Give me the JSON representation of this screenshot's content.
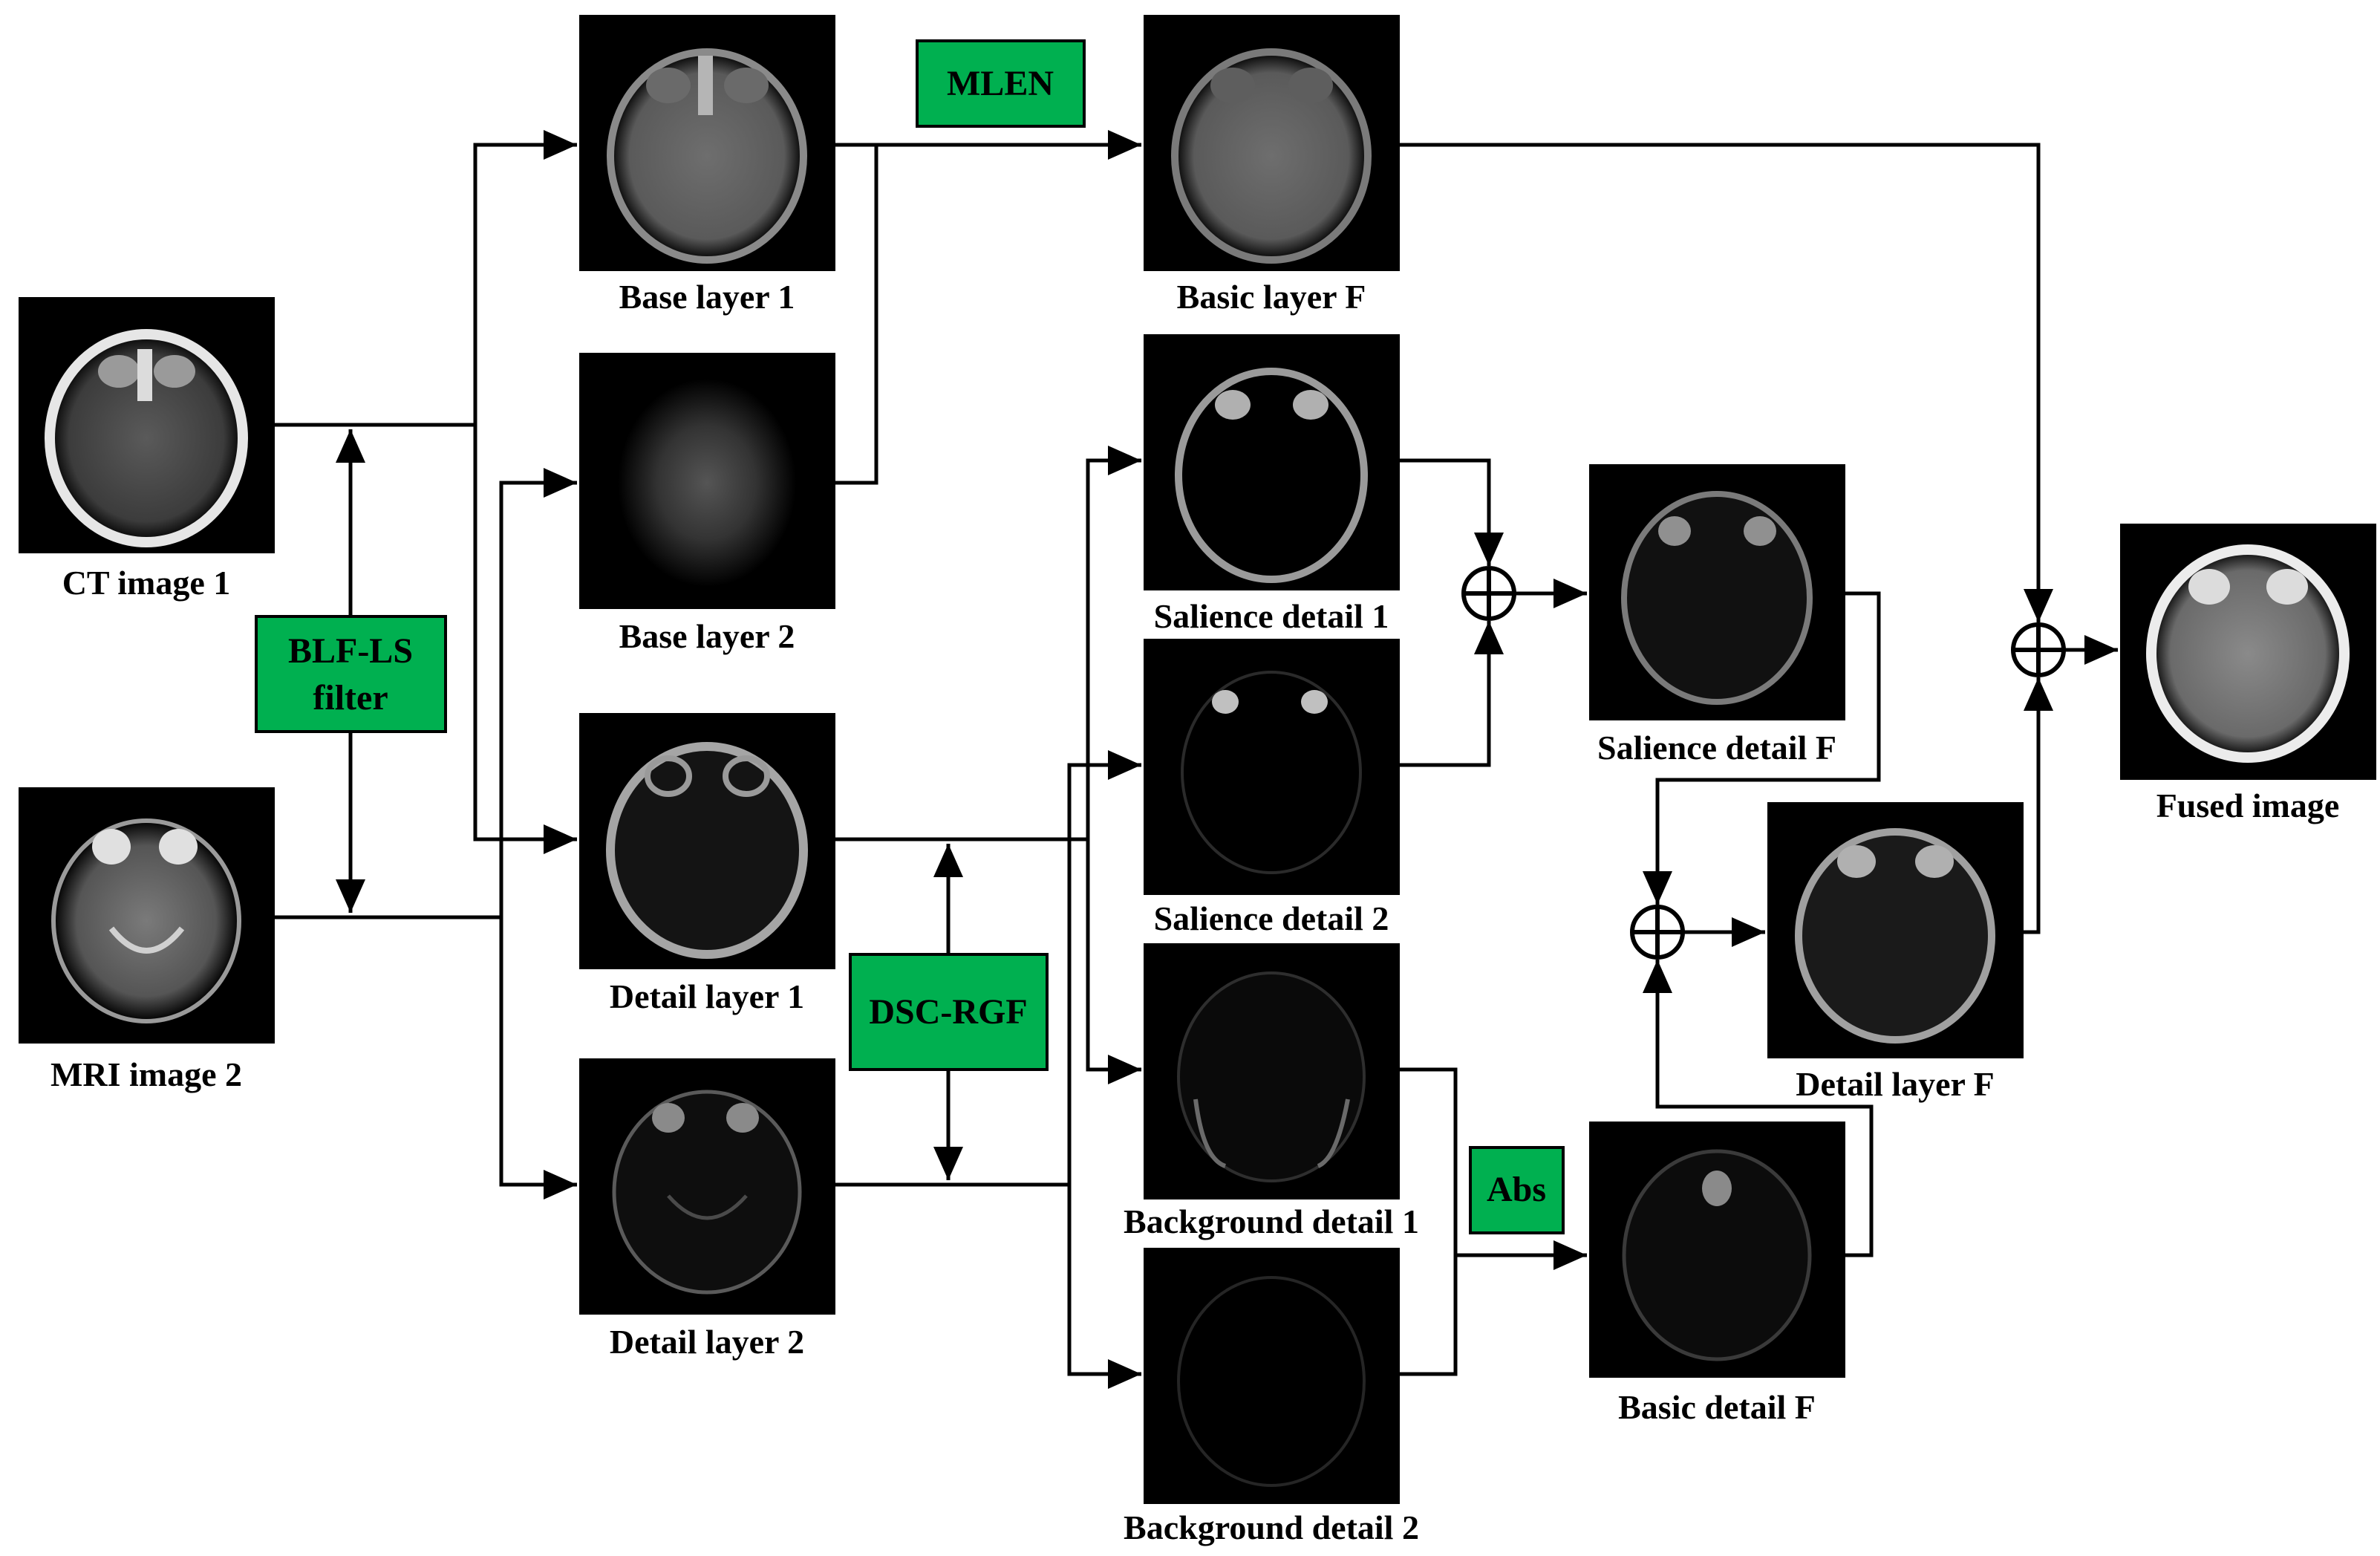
{
  "operators": {
    "blf_line1": "BLF-LS",
    "blf_line2": "filter",
    "mlen": "MLEN",
    "dsc_rgf": "DSC-RGF",
    "abs": "Abs"
  },
  "captions": {
    "ct": "CT  image 1",
    "mri": "MRI image 2",
    "base1": "Base layer 1",
    "base2": "Base layer 2",
    "detail1": "Detail layer 1",
    "detail2": "Detail layer 2",
    "basic_layer_f": "Basic layer F",
    "salience1": "Salience detail 1",
    "salience2": "Salience detail 2",
    "background1": "Background detail 1",
    "background2": "Background detail 2",
    "salience_f": "Salience detail F",
    "basic_detail_f": "Basic detail F",
    "detail_layer_f": "Detail layer F",
    "fused": "Fused image"
  },
  "icons": {
    "sum": "circled-plus-icon"
  }
}
